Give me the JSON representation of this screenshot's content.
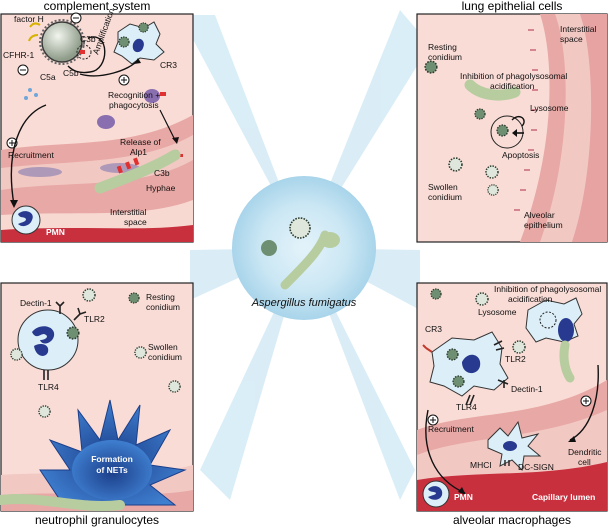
{
  "panels": {
    "complement": {
      "title": "complement system",
      "labels": {
        "factor_h": "factor H",
        "cfhr": "CFHR-1",
        "c5a": "C5a",
        "c5b": "C5b",
        "c3b_top": "C3b",
        "amplification": "Amplification",
        "cr3": "CR3",
        "recognition": "Recognition +",
        "phagocytosis": "phagocytosis",
        "release": "Release of",
        "alp1": "Alp1",
        "c3b": "C3b",
        "hyphae": "Hyphae",
        "recruitment": "Recruitment",
        "pmn": "PMN",
        "interstitial1": "Interstitial",
        "interstitial2": "space"
      }
    },
    "lung": {
      "title": "lung epithelial cells",
      "labels": {
        "resting1": "Resting",
        "resting2": "conidium",
        "interstitial1": "Interstitial",
        "interstitial2": "space",
        "inhibition1": "Inhibition of phagolysosomal",
        "inhibition2": "acidification",
        "lysosome": "Lysosome",
        "apoptosis": "Apoptosis",
        "swollen1": "Swollen",
        "swollen2": "conidium",
        "alveolar1": "Alveolar",
        "alveolar2": "epithelium"
      }
    },
    "center": {
      "organism": "Aspergillus fumigatus"
    },
    "neutrophil": {
      "title": "neutrophil granulocytes",
      "labels": {
        "dectin": "Dectin-1",
        "tlr2": "TLR2",
        "tlr4": "TLR4",
        "resting1": "Resting",
        "resting2": "conidium",
        "swollen1": "Swollen",
        "swollen2": "conidium",
        "nets1": "Formation",
        "nets2": "of NETs"
      }
    },
    "macrophage": {
      "title": "alveolar macrophages",
      "labels": {
        "inhibition1": "Inhibition of phagolysosomal",
        "inhibition2": "acidification",
        "lysosome": "Lysosome",
        "cr3": "CR3",
        "tlr2": "TLR2",
        "tlr4": "TLR4",
        "dectin": "Dectin-1",
        "recruitment": "Recruitment",
        "dendritic1": "Dendritic",
        "dendritic2": "cell",
        "mhci": "MHCI",
        "dcsign": "DC-SIGN",
        "pmn": "PMN",
        "capillary": "Capillary lumen"
      }
    }
  },
  "colors": {
    "panel_bg": "#f9dcd6",
    "panel_border": "#222222",
    "tissue": "#e7a3a3",
    "capillary": "#c8303e",
    "glow": "#c9e6f3",
    "cell": "#dceef7",
    "nucleus": "#273a8f",
    "hyphae": "#b7cda0",
    "net": "#2a5fb0"
  }
}
